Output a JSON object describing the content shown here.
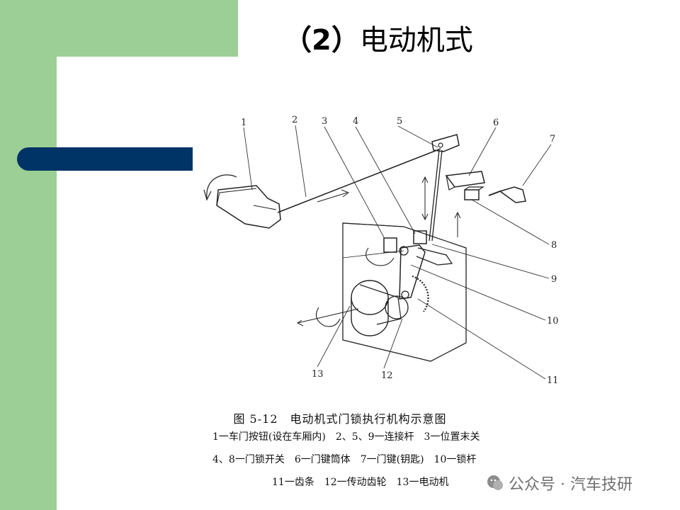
{
  "slide": {
    "title_num": "（2）",
    "title_text": "电动机式"
  },
  "figure": {
    "part_labels": [
      "1",
      "2",
      "3",
      "4",
      "5",
      "6",
      "7",
      "8",
      "9",
      "10",
      "11",
      "12",
      "13"
    ],
    "caption": "图 5-12　电动机式门锁执行机构示意图",
    "legend_line1": "1一车门按钮(设在车厢内)　2、5、9一连接杆　3一位置末关",
    "legend_line2": "4、8一门锁开关　6一门键筒体　7一门键(钥匙)　10一锁杆",
    "legend_line3": "11一齿条　12一传动齿轮　13一电动机"
  },
  "watermark": {
    "text": "公众号 · 汽车技研",
    "icon": "wechat-icon"
  },
  "colors": {
    "green": "#9ccf95",
    "navy": "#003366"
  }
}
